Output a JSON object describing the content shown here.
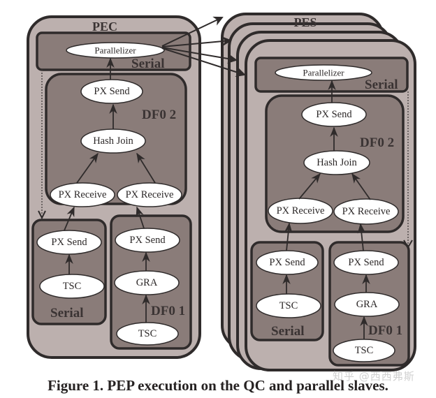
{
  "figure": {
    "caption": "Figure 1. PEP execution on the QC and parallel slaves.",
    "watermark": "知乎 @西西弗斯",
    "colors": {
      "outer_fill": "#bcb0ae",
      "inner_fill": "#8a7c79",
      "stroke": "#2f2b2b",
      "node_fill": "#ffffff"
    }
  },
  "pec": {
    "title": "PEC",
    "serial_box": {
      "label": "Serial",
      "node": "Parallelizer"
    },
    "dfo2": {
      "label": "DF0 2",
      "nodes": {
        "px_send": "PX Send",
        "hash_join": "Hash Join",
        "px_receive_left": "PX Receive",
        "px_receive_right": "PX Receive"
      }
    },
    "serial_bottom": {
      "label": "Serial",
      "nodes": {
        "px_send": "PX Send",
        "tsc": "TSC"
      }
    },
    "dfo1": {
      "label": "DF0 1",
      "nodes": {
        "px_send": "PX Send",
        "gra": "GRA",
        "tsc": "TSC"
      }
    }
  },
  "pes": {
    "title": "PES",
    "stack_count": 4,
    "serial_box": {
      "label": "Serial",
      "node": "Parallelizer"
    },
    "dfo2": {
      "label": "DF0 2",
      "nodes": {
        "px_send": "PX Send",
        "hash_join": "Hash Join",
        "px_receive_left": "PX Receive",
        "px_receive_right": "PX Receive"
      }
    },
    "serial_bottom": {
      "label": "Serial",
      "nodes": {
        "px_send": "PX Send",
        "tsc": "TSC"
      }
    },
    "dfo1": {
      "label": "DF0 1",
      "nodes": {
        "px_send": "PX Send",
        "gra": "GRA",
        "tsc": "TSC"
      }
    }
  }
}
